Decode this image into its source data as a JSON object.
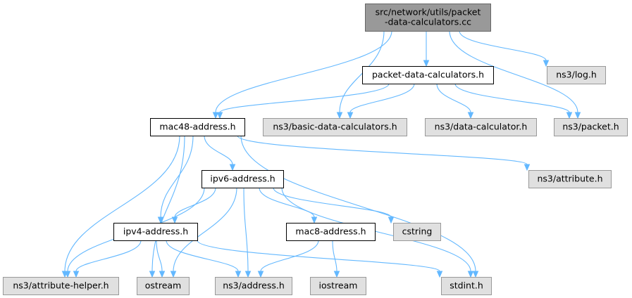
{
  "colors": {
    "focus_fill": "#999999",
    "focus_stroke": "#666666",
    "local_fill": "#ffffff",
    "local_stroke": "#000000",
    "external_fill": "#e0e0e0",
    "external_stroke": "#999999",
    "edge": "#63b8ff"
  },
  "nodes": [
    {
      "id": "root",
      "lines": [
        "src/network/utils/packet",
        "-data-calculators.cc"
      ],
      "kind": "focus"
    },
    {
      "id": "pdc_h",
      "lines": [
        "packet-data-calculators.h"
      ],
      "kind": "local"
    },
    {
      "id": "log_h",
      "lines": [
        "ns3/log.h"
      ],
      "kind": "external"
    },
    {
      "id": "mac48",
      "lines": [
        "mac48-address.h"
      ],
      "kind": "local"
    },
    {
      "id": "basic_dc",
      "lines": [
        "ns3/basic-data-calculators.h"
      ],
      "kind": "external"
    },
    {
      "id": "data_calc",
      "lines": [
        "ns3/data-calculator.h"
      ],
      "kind": "external"
    },
    {
      "id": "packet_h",
      "lines": [
        "ns3/packet.h"
      ],
      "kind": "external"
    },
    {
      "id": "ipv6",
      "lines": [
        "ipv6-address.h"
      ],
      "kind": "local"
    },
    {
      "id": "attribute_h",
      "lines": [
        "ns3/attribute.h"
      ],
      "kind": "external"
    },
    {
      "id": "ipv4",
      "lines": [
        "ipv4-address.h"
      ],
      "kind": "local"
    },
    {
      "id": "mac8",
      "lines": [
        "mac8-address.h"
      ],
      "kind": "local"
    },
    {
      "id": "cstring",
      "lines": [
        "cstring"
      ],
      "kind": "external"
    },
    {
      "id": "attr_helper",
      "lines": [
        "ns3/attribute-helper.h"
      ],
      "kind": "external"
    },
    {
      "id": "ostream",
      "lines": [
        "ostream"
      ],
      "kind": "external"
    },
    {
      "id": "address_h",
      "lines": [
        "ns3/address.h"
      ],
      "kind": "external"
    },
    {
      "id": "iostream",
      "lines": [
        "iostream"
      ],
      "kind": "external"
    },
    {
      "id": "stdint",
      "lines": [
        "stdint.h"
      ],
      "kind": "external"
    }
  ],
  "edges": [
    [
      "root",
      "pdc_h"
    ],
    [
      "root",
      "log_h"
    ],
    [
      "root",
      "mac48"
    ],
    [
      "root",
      "basic_dc"
    ],
    [
      "root",
      "packet_h"
    ],
    [
      "pdc_h",
      "mac48"
    ],
    [
      "pdc_h",
      "basic_dc"
    ],
    [
      "pdc_h",
      "data_calc"
    ],
    [
      "pdc_h",
      "packet_h"
    ],
    [
      "mac48",
      "ipv6"
    ],
    [
      "mac48",
      "attribute_h"
    ],
    [
      "mac48",
      "ipv4"
    ],
    [
      "mac48",
      "attr_helper"
    ],
    [
      "mac48",
      "ostream"
    ],
    [
      "mac48",
      "stdint"
    ],
    [
      "ipv6",
      "ipv4"
    ],
    [
      "ipv6",
      "mac8"
    ],
    [
      "ipv6",
      "cstring"
    ],
    [
      "ipv6",
      "attr_helper"
    ],
    [
      "ipv6",
      "ostream"
    ],
    [
      "ipv6",
      "address_h"
    ],
    [
      "ipv6",
      "stdint"
    ],
    [
      "ipv4",
      "attr_helper"
    ],
    [
      "ipv4",
      "ostream"
    ],
    [
      "ipv4",
      "address_h"
    ],
    [
      "ipv4",
      "stdint"
    ],
    [
      "mac8",
      "address_h"
    ],
    [
      "mac8",
      "iostream"
    ]
  ]
}
